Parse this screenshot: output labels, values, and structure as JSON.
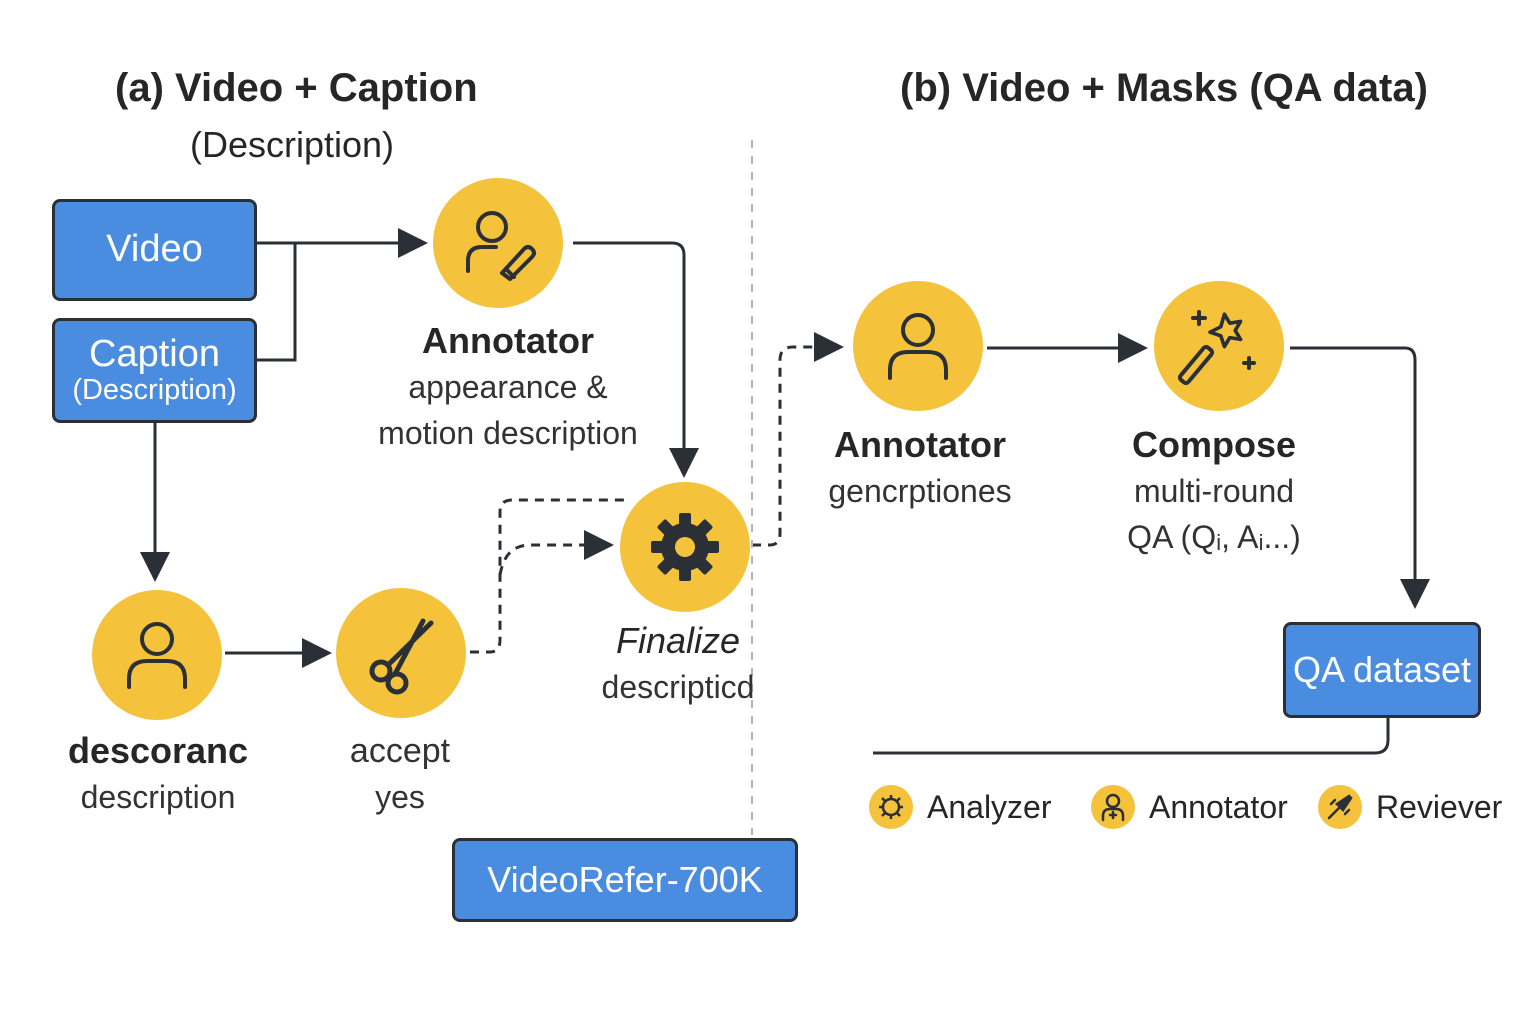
{
  "section_a": {
    "title": "(a) Video + Caption",
    "subtitle": "(Description)"
  },
  "section_b": {
    "title": "(b) Video + Masks (QA data)"
  },
  "boxes": {
    "video": "Video",
    "caption": "Caption",
    "caption_sub": "(Description)",
    "videorefer": "VideoRefer-700K",
    "qa_dataset": "QA dataset"
  },
  "nodes": {
    "annotator_a": {
      "line1": "Annotator",
      "line2": "appearance &",
      "line3": "motion description",
      "icon": "person-pencil-icon"
    },
    "descoranc": {
      "line1": "descoranc",
      "line2": "description",
      "icon": "person-icon"
    },
    "accept": {
      "line1": "accept",
      "line2": "yes",
      "icon": "scissors-icon"
    },
    "finalize": {
      "line1": "Finalize",
      "line2": "descripticd",
      "icon": "gear-icon"
    },
    "annotator_b": {
      "line1": "Annotator",
      "line2": "gencrptiones",
      "icon": "person-icon"
    },
    "compose": {
      "line1": "Compose",
      "line2": "multi-round",
      "line3": "QA (Qᵢ, Aᵢ...)",
      "icon": "magic-wand-icon"
    }
  },
  "legend": [
    {
      "label": "Analyzer",
      "icon": "gear-person-icon"
    },
    {
      "label": "Annotator",
      "icon": "person-plus-icon"
    },
    {
      "label": "Reviever",
      "icon": "brush-icon"
    }
  ],
  "colors": {
    "node_fill": "#f4c33b",
    "box_fill": "#4a8de0",
    "stroke": "#2b2f36"
  }
}
